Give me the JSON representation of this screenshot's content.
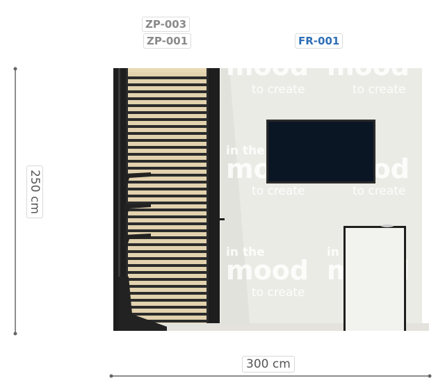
{
  "labels": {
    "zp003": "ZP-003",
    "zp001": "ZP-001",
    "fr001": "FR-001"
  },
  "dimensions": {
    "height": "250 cm",
    "width": "300 cm"
  },
  "watermark": {
    "line1": "in the",
    "line2": "mood",
    "line3": "to create"
  },
  "colors": {
    "wall": "#ebebe6",
    "slat": "#e2d2ae",
    "frame": "#1e1e1e",
    "screen": "#0b1624",
    "watermark": "#ffffff",
    "tag_blue": "#2f6fb5"
  }
}
